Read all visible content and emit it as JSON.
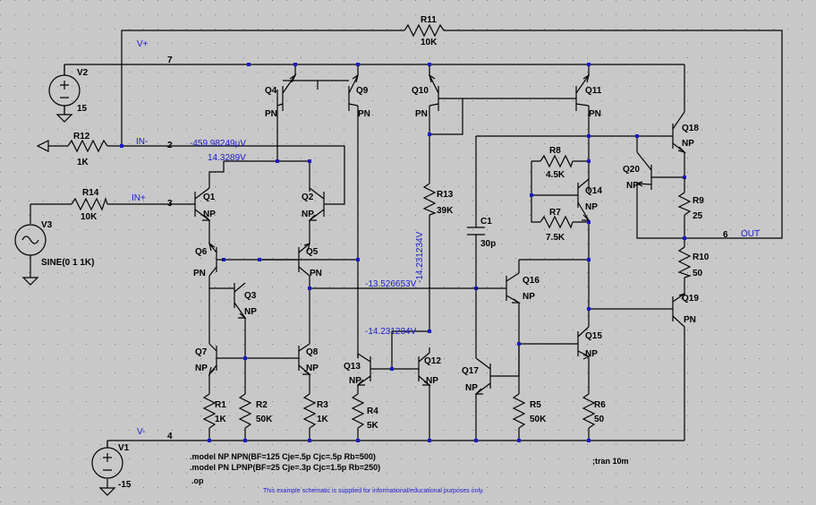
{
  "net_labels": {
    "vplus": "V+",
    "vminus": "V-",
    "inminus": "IN-",
    "inplus": "IN+",
    "out": "OUT",
    "n7": "7",
    "n2": "2",
    "n3": "3",
    "n6": "6",
    "n4": "4"
  },
  "node_voltages": {
    "v_inminus": "-459.98249µV",
    "v_q2": "14.3289V",
    "v_q16": "-13.526653V",
    "v_q13": "-14.231234V",
    "v_r13": "-14.231234V"
  },
  "components": {
    "R11": {
      "name": "R11",
      "value": "10K"
    },
    "R12": {
      "name": "R12",
      "value": "1K"
    },
    "R14": {
      "name": "R14",
      "value": "10K"
    },
    "R13": {
      "name": "R13",
      "value": "39K"
    },
    "R8": {
      "name": "R8",
      "value": "4.5K"
    },
    "R7": {
      "name": "R7",
      "value": "7.5K"
    },
    "R9": {
      "name": "R9",
      "value": "25"
    },
    "R10": {
      "name": "R10",
      "value": "50"
    },
    "R1": {
      "name": "R1",
      "value": "1K"
    },
    "R2": {
      "name": "R2",
      "value": "50K"
    },
    "R3": {
      "name": "R3",
      "value": "1K"
    },
    "R4": {
      "name": "R4",
      "value": "5K"
    },
    "R5": {
      "name": "R5",
      "value": "50K"
    },
    "R6": {
      "name": "R6",
      "value": "50"
    },
    "C1": {
      "name": "C1",
      "value": "30p"
    },
    "V1": {
      "name": "V1",
      "value": "-15"
    },
    "V2": {
      "name": "V2",
      "value": "15"
    },
    "V3": {
      "name": "V3",
      "value": "SINE(0 1 1K)"
    }
  },
  "transistors": {
    "Q1": {
      "name": "Q1",
      "model": "NP"
    },
    "Q2": {
      "name": "Q2",
      "model": "NP"
    },
    "Q3": {
      "name": "Q3",
      "model": "NP"
    },
    "Q4": {
      "name": "Q4",
      "model": "PN"
    },
    "Q5": {
      "name": "Q5",
      "model": "PN"
    },
    "Q6": {
      "name": "Q6",
      "model": "PN"
    },
    "Q7": {
      "name": "Q7",
      "model": "NP"
    },
    "Q8": {
      "name": "Q8",
      "model": "NP"
    },
    "Q9": {
      "name": "Q9",
      "model": "PN"
    },
    "Q10": {
      "name": "Q10",
      "model": "PN"
    },
    "Q11": {
      "name": "Q11",
      "model": "PN"
    },
    "Q12": {
      "name": "Q12",
      "model": "NP"
    },
    "Q13": {
      "name": "Q13",
      "model": "NP"
    },
    "Q14": {
      "name": "Q14",
      "model": "NP"
    },
    "Q15": {
      "name": "Q15",
      "model": "NP"
    },
    "Q16": {
      "name": "Q16",
      "model": "NP"
    },
    "Q17": {
      "name": "Q17",
      "model": "NP"
    },
    "Q18": {
      "name": "Q18",
      "model": "NP"
    },
    "Q19": {
      "name": "Q19",
      "model": "PN"
    },
    "Q20": {
      "name": "Q20",
      "model": "NP"
    }
  },
  "directives": {
    "model_np": ".model NP NPN(BF=125 Cje=.5p Cjc=.5p Rb=500)",
    "model_pn": ".model PN LPNP(BF=25 Cje=.3p Cjc=1.5p Rb=250)",
    "op": ".op",
    "tran": ";tran 10m"
  },
  "footer_note": "This example schematic is supplied for informational/educational purposes only."
}
